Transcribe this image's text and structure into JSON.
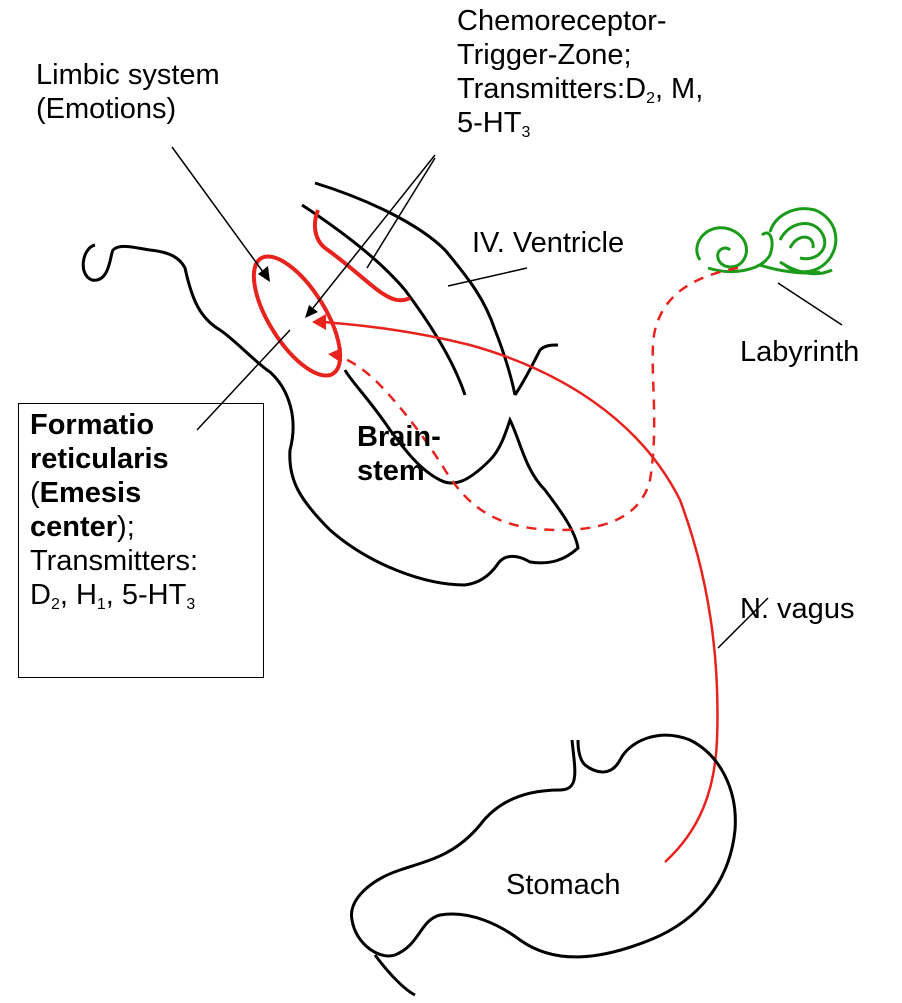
{
  "colors": {
    "outline": "#000000",
    "pathway": "#e8231e",
    "labyrinth": "#1a9b1a"
  },
  "labels": {
    "limbic": {
      "line1": "Limbic system",
      "line2": "(Emotions)"
    },
    "ctz": {
      "line1": "Chemoreceptor-",
      "line2": "Trigger-Zone;",
      "line3_prefix": "Transmitters:D",
      "line3_sub": "2",
      "line3_suffix": ", M,",
      "line4_prefix": "5-HT",
      "line4_sub": "3"
    },
    "ventricle": "IV. Ventricle",
    "labyrinth": "Labyrinth",
    "brainstem": {
      "line1": "Brain-",
      "line2": "stem"
    },
    "vagus": "N. vagus",
    "stomach": "Stomach",
    "formatio": {
      "line1": "Formatio",
      "line2": "reticularis",
      "line3_open": "(",
      "line3_bold": "Emesis",
      "line4_bold": "center",
      "line4_rest": ");",
      "line5": "Transmitters:",
      "line6_a": "D",
      "line6_a_sub": "2",
      "line6_b": ", H",
      "line6_b_sub": "1",
      "line6_c": ", 5-HT",
      "line6_c_sub": "3"
    }
  }
}
